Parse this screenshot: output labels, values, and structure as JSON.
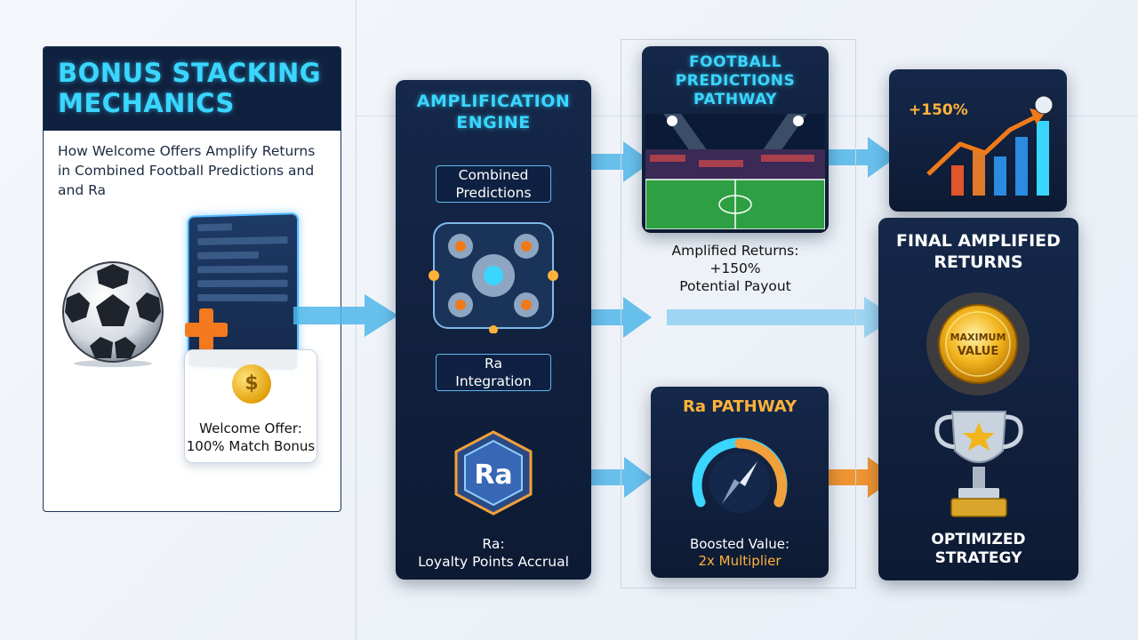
{
  "left": {
    "title_line1": "BONUS STACKING",
    "title_line2": "MECHANICS",
    "subtitle_line1": "How Welcome Offers Amplify Returns",
    "subtitle_line2": "in Combined Football Predictions and",
    "subtitle_line3": "and Ra",
    "offer_line1": "Welcome Offer:",
    "offer_line2": "100% Match Bonus",
    "coin_symbol": "$"
  },
  "engine": {
    "title_line1": "AMPLIFICATION",
    "title_line2": "ENGINE",
    "box1_line1": "Combined",
    "box1_line2": "Predictions",
    "box2_line1": "Ra",
    "box2_line2": "Integration",
    "badge_text": "Ra",
    "caption_line1": "Ra:",
    "caption_line2": "Loyalty Points Accrual"
  },
  "football": {
    "title_line1": "FOOTBALL",
    "title_line2": "PREDICTIONS",
    "title_line3": "PATHWAY",
    "amp_line1": "Amplified Returns:",
    "amp_line2": "+150%",
    "amp_line3": "Potential Payout"
  },
  "ra_path": {
    "title": "Ra PATHWAY",
    "boost_line1": "Boosted Value:",
    "boost_line2": "2x Multiplier"
  },
  "chart": {
    "growth_label": "+150%"
  },
  "final": {
    "title_line1": "FINAL AMPLIFIED",
    "title_line2": "RETURNS",
    "medal_line1": "MAXIMUM",
    "medal_line2": "VALUE",
    "strategy_line1": "OPTIMIZED",
    "strategy_line2": "STRATEGY"
  },
  "colors": {
    "panel_dark": "#10213f",
    "neon_blue": "#3ad6ff",
    "gold": "#ffb23a",
    "orange_arrow": "#f08a1c"
  }
}
